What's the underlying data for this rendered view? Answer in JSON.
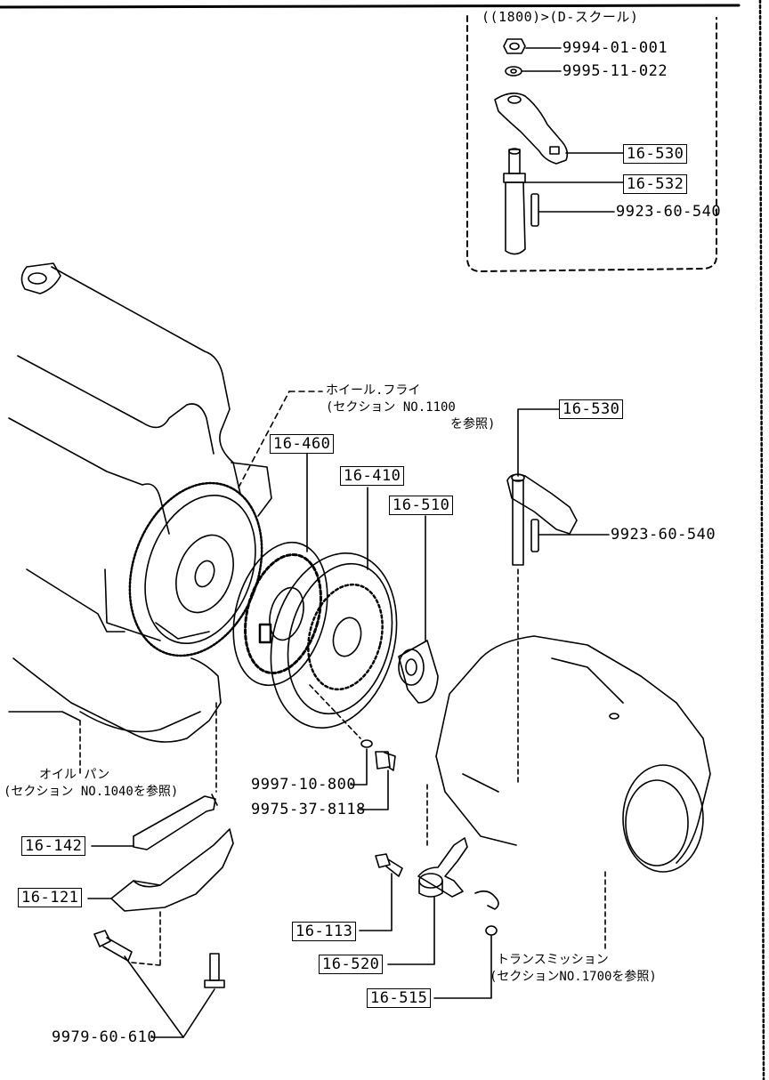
{
  "inset": {
    "title": "((1800)>(D-スクール)"
  },
  "parts": {
    "p_9994_01_001": "9994-01-001",
    "p_9995_11_022": "9995-11-022",
    "p_16_530_top": "16-530",
    "p_16_532": "16-532",
    "p_9923_60_540_top": "9923-60-540",
    "p_16_460": "16-460",
    "p_16_410": "16-410",
    "p_16_510": "16-510",
    "p_16_530": "16-530",
    "p_9923_60_540": "9923-60-540",
    "p_9997_10_800": "9997-10-800",
    "p_9975_37_8118": "9975-37-8118",
    "p_16_142": "16-142",
    "p_16_121": "16-121",
    "p_16_113": "16-113",
    "p_16_520": "16-520",
    "p_16_515": "16-515",
    "p_9979_60_610": "9979-60-610"
  },
  "notes": {
    "flywheel": {
      "l1": "ホイール.フライ",
      "l2": "(セクション NO.1100",
      "l3": "を参照)"
    },
    "oilpan": {
      "l1": "オイル パン",
      "l2": "(セクション NO.1040を参照)"
    },
    "transmission": {
      "l1": "トランスミッション",
      "l2": "(セクションNO.1700を参照)"
    }
  }
}
